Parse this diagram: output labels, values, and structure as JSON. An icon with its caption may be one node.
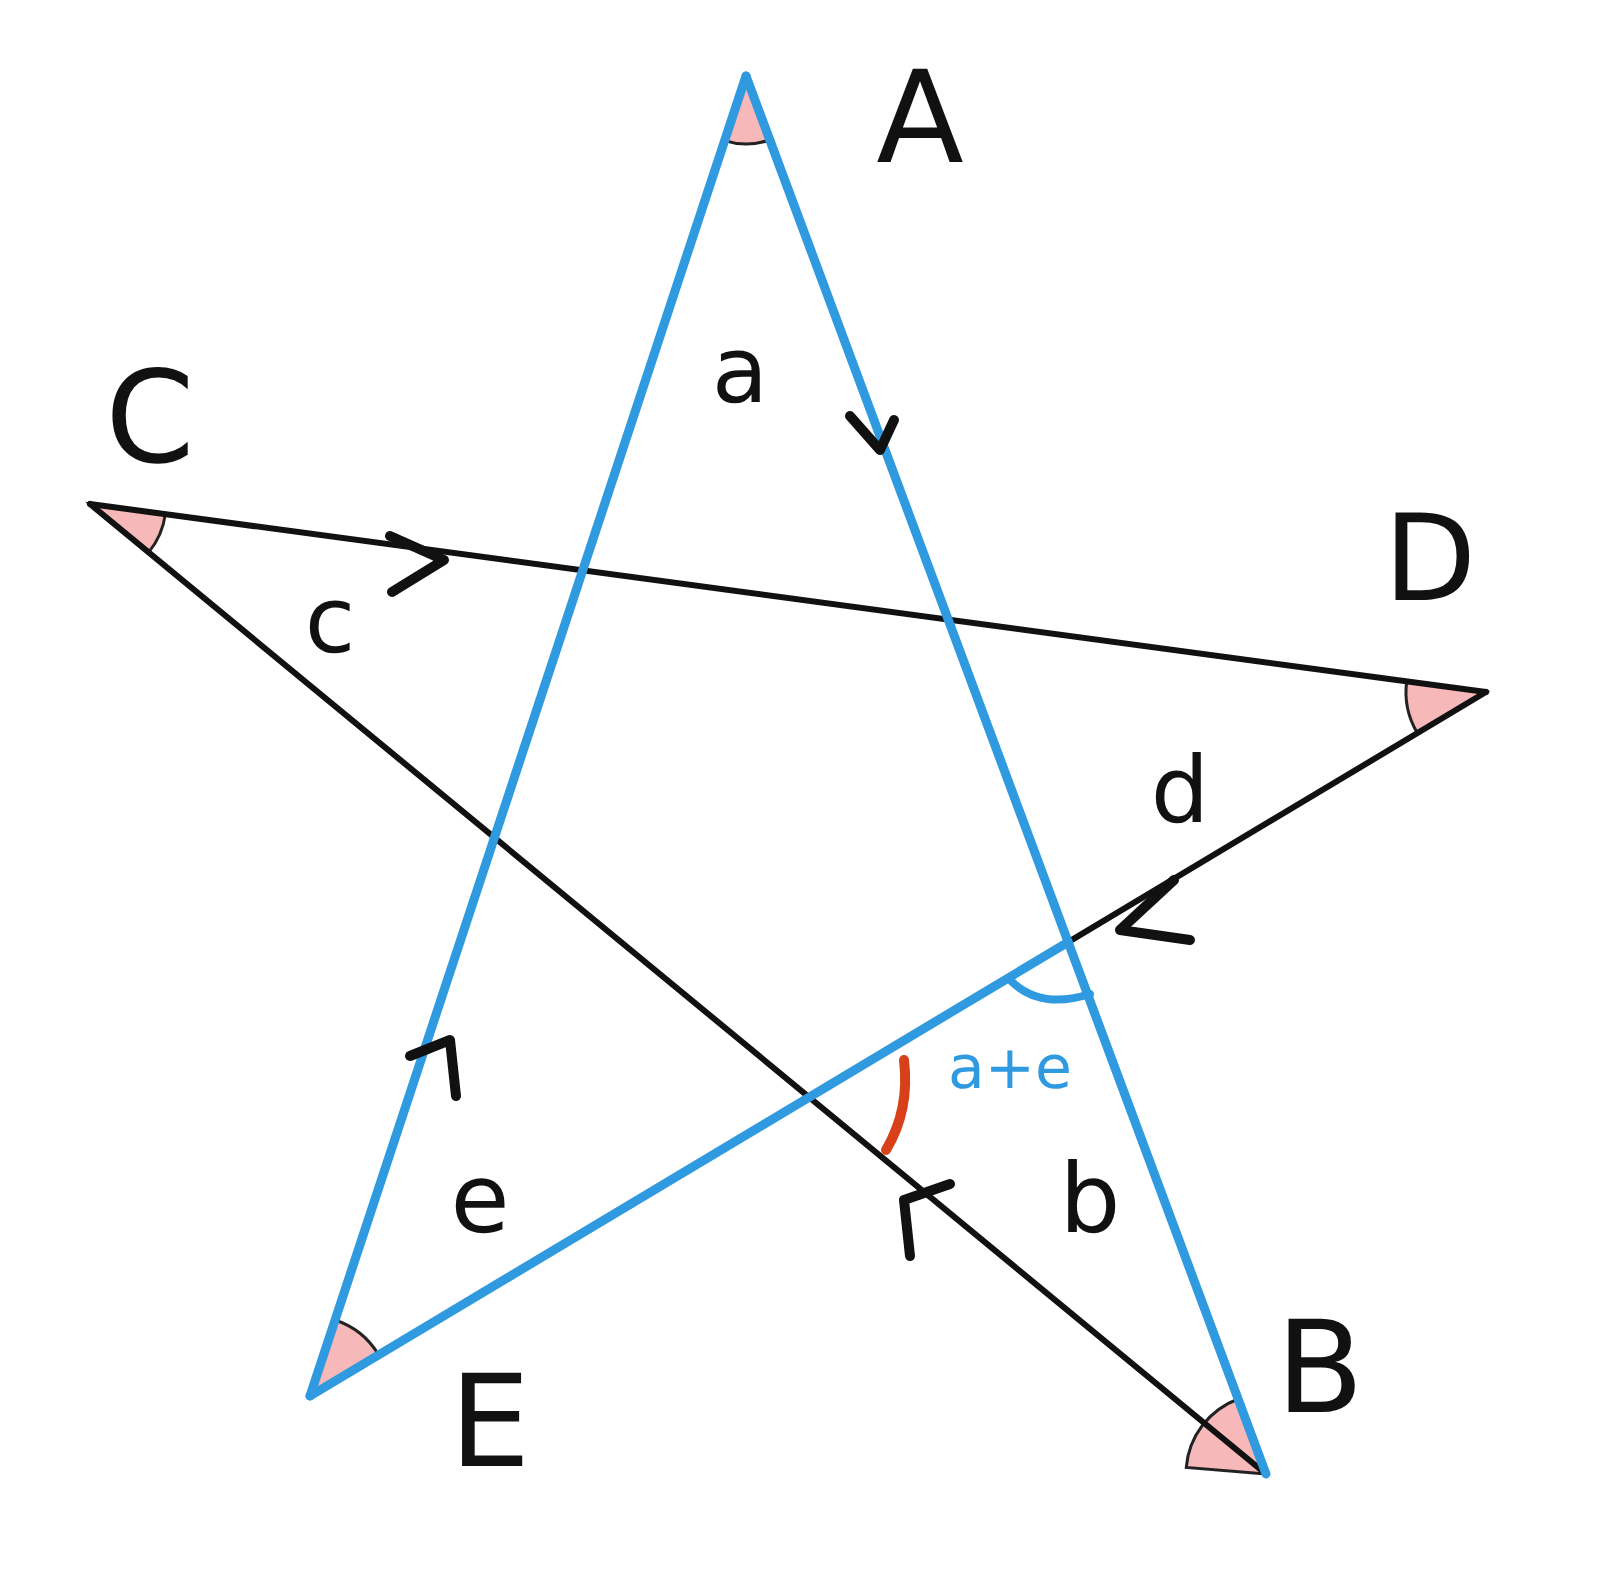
{
  "diagram": {
    "labels": [
      "A",
      "C",
      "a",
      "D",
      "c",
      "d",
      "a+e",
      "e",
      "b",
      "B",
      "E"
    ]
  }
}
